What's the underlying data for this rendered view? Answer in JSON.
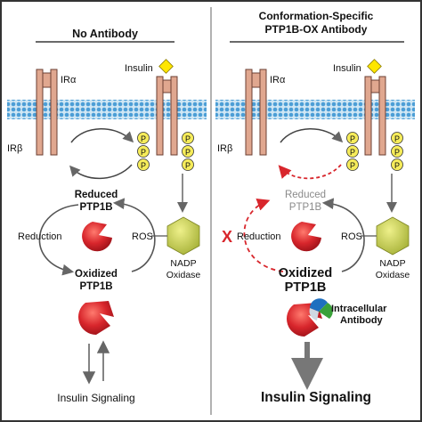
{
  "left": {
    "title": "No Antibody",
    "ir_alpha": "IRα",
    "ir_beta": "IRβ",
    "insulin": "Insulin",
    "phospho": [
      "P",
      "P",
      "P",
      "P",
      "P",
      "P"
    ],
    "reduced_1": "Reduced",
    "reduced_2": "PTP1B",
    "reduction": "Reduction",
    "ros": "ROS",
    "nadp_1": "NADP",
    "nadp_2": "Oxidase",
    "oxidized_1": "Oxidized",
    "oxidized_2": "PTP1B",
    "signaling": "Insulin Signaling"
  },
  "right": {
    "title_1": "Conformation-Specific",
    "title_2": "PTP1B-OX Antibody",
    "ir_alpha": "IRα",
    "ir_beta": "IRβ",
    "insulin": "Insulin",
    "phospho": [
      "P",
      "P",
      "P",
      "P",
      "P",
      "P"
    ],
    "reduced_1": "Reduced",
    "reduced_2": "PTP1B",
    "reduction": "Reduction",
    "block_mark": "X",
    "ros": "ROS",
    "nadp_1": "NADP",
    "nadp_2": "Oxidase",
    "oxidized_1": "Oxidized",
    "oxidized_2": "PTP1B",
    "antibody_1": "Intracellular",
    "antibody_2": "Antibody",
    "signaling": "Insulin Signaling"
  },
  "colors": {
    "membrane": "#5aa7d8",
    "receptor": "#e0a78f",
    "receptor_outline": "#6b3f33",
    "phospho_fill": "#f6ec5a",
    "insulin": "#ffe600",
    "ptp1b_red": "#d8262c",
    "hexagon": "#c4c94a",
    "dashed_red": "#d8262c",
    "grey_text": "#8a8a8a",
    "arrow": "#666666",
    "antibody_blue": "#1f6fbf",
    "antibody_green": "#3aa13a"
  }
}
